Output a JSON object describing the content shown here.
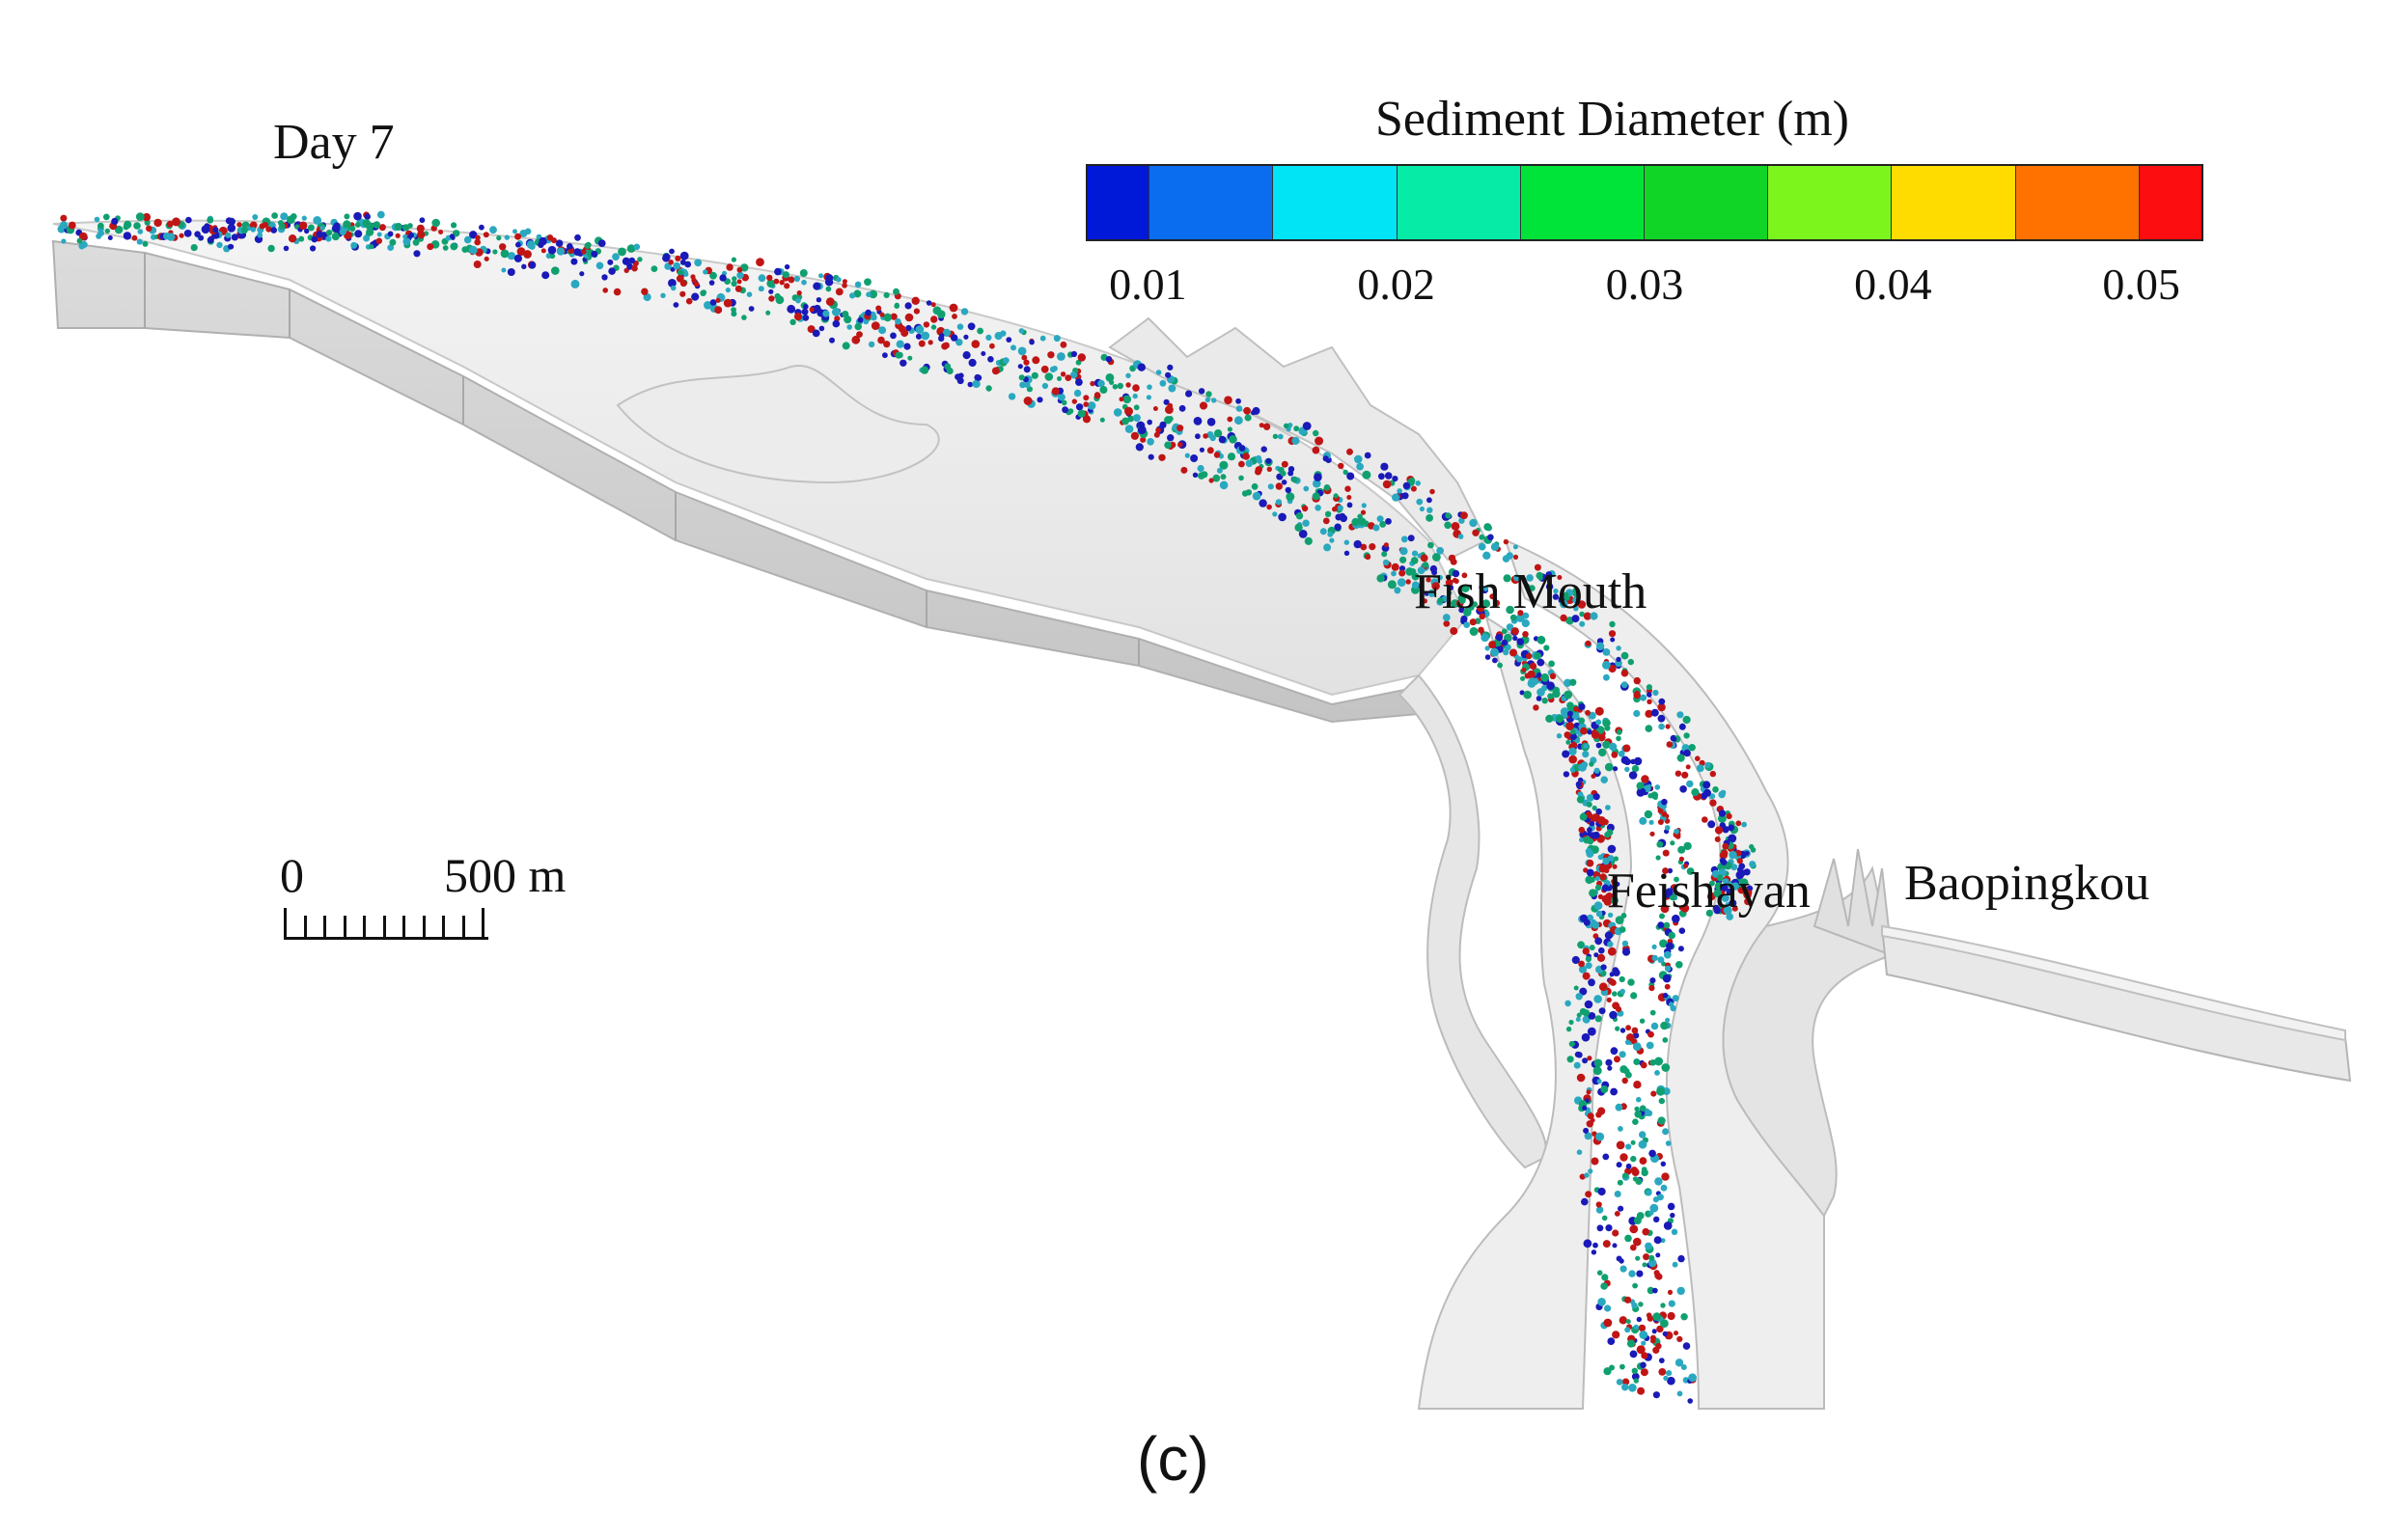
{
  "figure": {
    "time_label": "Day 7",
    "panel_label": "(c)",
    "locations": {
      "fish_mouth": "Fish Mouth",
      "feishayan": "Feishayan",
      "baopingkou": "Baopingkou"
    }
  },
  "colorbar": {
    "title": "Sediment Diameter (m)",
    "ticks": [
      "0.01",
      "0.02",
      "0.03",
      "0.04",
      "0.05"
    ],
    "tick_values": [
      0.01,
      0.02,
      0.03,
      0.04,
      0.05
    ],
    "range": [
      0.0075,
      0.0525
    ],
    "colors": [
      "#0018d8",
      "#0a6df0",
      "#00e4f6",
      "#06eca6",
      "#00e43a",
      "#10d426",
      "#7cf51c",
      "#ffdc00",
      "#ff7200",
      "#fb0d10"
    ]
  },
  "scale_bar": {
    "start_label": "0",
    "end_label": "500 m"
  },
  "particle_colors": [
    "#1a1ab8",
    "#c01515",
    "#10a070",
    "#2aa8c0"
  ]
}
